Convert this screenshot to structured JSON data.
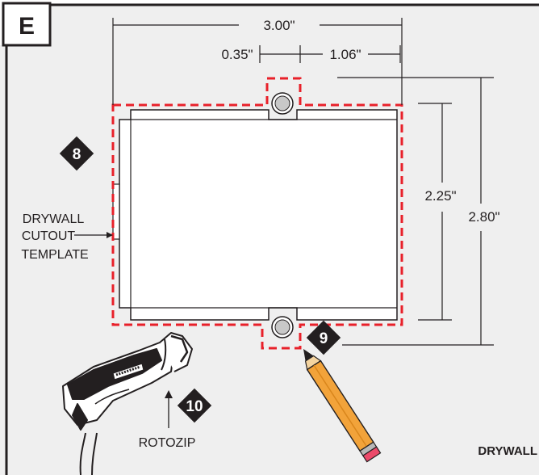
{
  "panel": {
    "letter": "E",
    "background": "#efefef",
    "ink": "#231f20",
    "cut_line_color": "#e8202a"
  },
  "dimensions": {
    "total_width": "3.00\"",
    "left_offset": "0.35\"",
    "right_offset": "1.06\"",
    "inner_height": "2.25\"",
    "outer_height": "2.80\""
  },
  "labels": {
    "template_line1": "DRYWALL",
    "template_line2": "CUTOUT",
    "template_line3": "TEMPLATE",
    "tool": "ROTOZIP",
    "surface": "DRYWALL"
  },
  "steps": [
    "8",
    "9",
    "10"
  ],
  "icons": [
    "rotozip-tool-icon",
    "pencil-icon"
  ]
}
